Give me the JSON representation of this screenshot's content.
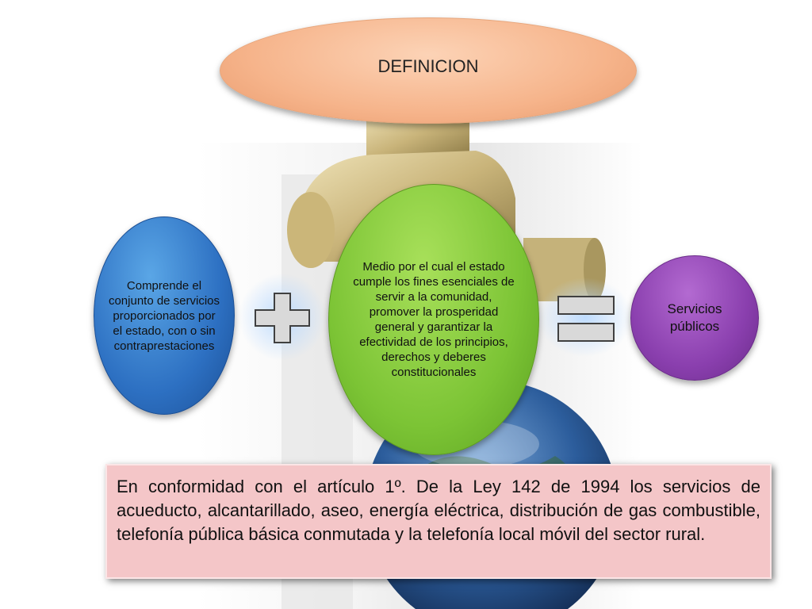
{
  "title_oval": {
    "text": "DEFINICION"
  },
  "left_oval": {
    "text": "Comprende el conjunto de servicios proporcionados por el estado, con o sin contraprestaciones"
  },
  "center_oval": {
    "text": "Medio por el cual el estado cumple los fines esenciales de servir a la comunidad, promover la prosperidad general y garantizar la efectividad de los principios, derechos y deberes constitucionales"
  },
  "right_oval": {
    "text": "Servicios públicos"
  },
  "note": {
    "text": "En conformidad con el artículo 1º. De la Ley 142 de 1994 los servicios de acueducto, alcantarillado, aseo, energía eléctrica, distribución de gas combustible, telefonía pública básica conmutada y la telefonía local móvil del sector rural."
  },
  "icons": {
    "plus": "plus-icon",
    "equals": "equals-icon",
    "faucet": "faucet-icon",
    "globe": "globe-icon"
  },
  "colors": {
    "title_oval": "#f6b48b",
    "left_oval": "#2d70c2",
    "center_oval": "#7cc435",
    "right_oval": "#8a3fae",
    "note_fill": "#f4c6c8"
  }
}
